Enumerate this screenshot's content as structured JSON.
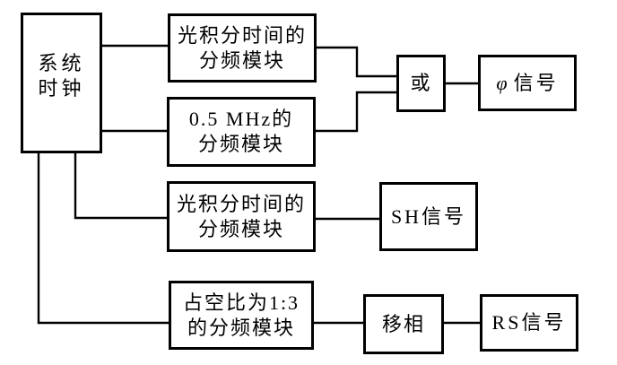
{
  "nodes": {
    "system_clock": {
      "line1": "系统",
      "line2": "时钟"
    },
    "integration_divider_top": {
      "line1": "光积分时间的",
      "line2": "分频模块"
    },
    "mhz_divider": {
      "line1": "0.5 MHz的",
      "line2": "分频模块"
    },
    "or_gate": {
      "label": "或"
    },
    "phi_signal": {
      "symbol": "φ",
      "label": "信号"
    },
    "integration_divider_mid": {
      "line1": "光积分时间的",
      "line2": "分频模块"
    },
    "sh_signal": {
      "label": "SH信号"
    },
    "duty_cycle_divider": {
      "line1": "占空比为1:3",
      "line2": "的分频模块"
    },
    "phase_shift": {
      "label": "移相"
    },
    "rs_signal": {
      "label": "RS信号"
    }
  },
  "colors": {
    "line": "#000000",
    "background": "#ffffff",
    "text": "#000000"
  }
}
